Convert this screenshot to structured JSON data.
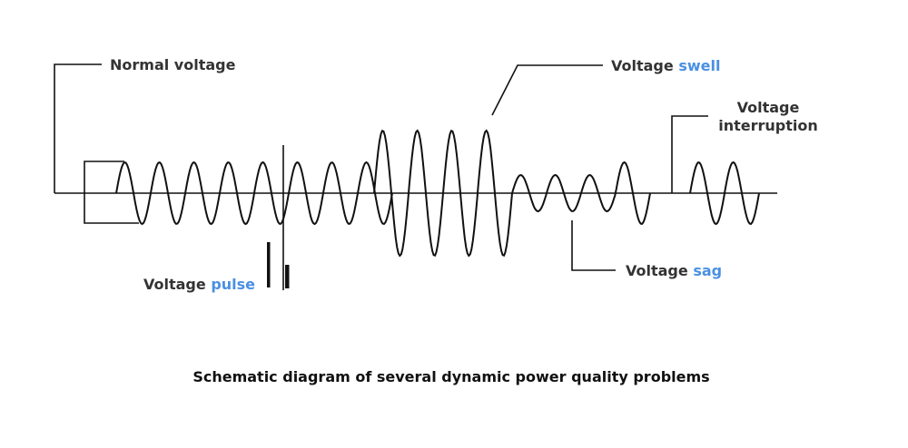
{
  "labels": {
    "normal": {
      "text": "Normal voltage"
    },
    "swell": {
      "prefix": "Voltage ",
      "highlight": "swell"
    },
    "interruption": {
      "line1": "Voltage",
      "line2": "interruption"
    },
    "sag": {
      "prefix": "Voltage ",
      "highlight": "sag"
    },
    "pulse": {
      "prefix": "Voltage ",
      "highlight": "pulse"
    }
  },
  "caption": "Schematic diagram of several dynamic power quality problems",
  "colors": {
    "text": "#333333",
    "highlight": "#4a90e2",
    "line": "#111111"
  }
}
